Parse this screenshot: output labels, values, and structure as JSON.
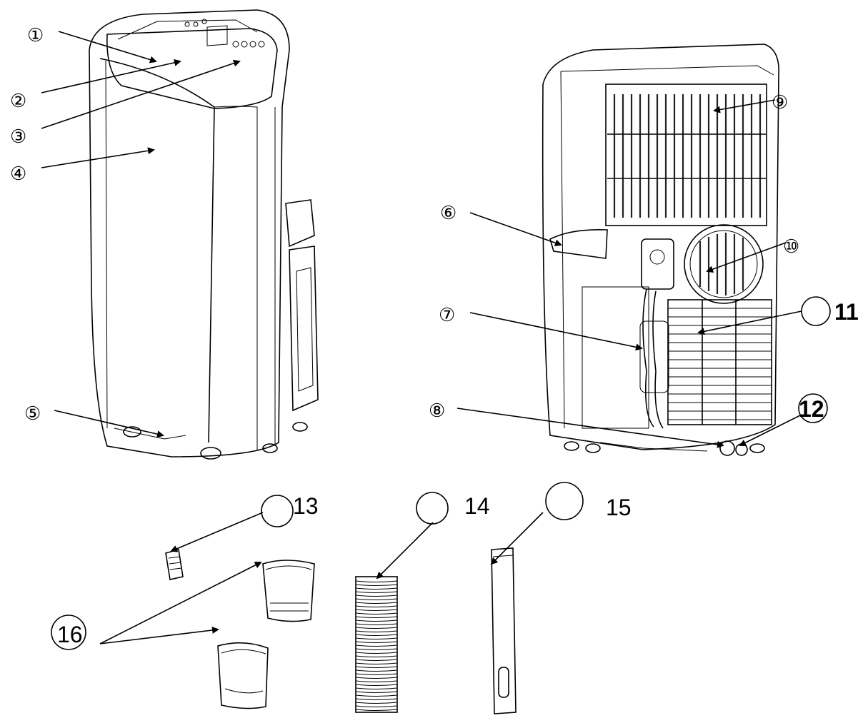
{
  "callouts": [
    {
      "id": "c1",
      "text": "①"
    },
    {
      "id": "c2",
      "text": "②"
    },
    {
      "id": "c3",
      "text": "③"
    },
    {
      "id": "c4",
      "text": "④"
    },
    {
      "id": "c5",
      "text": "⑤"
    },
    {
      "id": "c6",
      "text": "⑥"
    },
    {
      "id": "c7",
      "text": "⑦"
    },
    {
      "id": "c8",
      "text": "⑧"
    },
    {
      "id": "c9",
      "text": "⑨"
    },
    {
      "id": "c10",
      "text": "⑩"
    },
    {
      "id": "c11",
      "text": "11"
    },
    {
      "id": "c12",
      "text": "12"
    },
    {
      "id": "c13",
      "text": "13"
    },
    {
      "id": "c14",
      "text": "14"
    },
    {
      "id": "c15",
      "text": "15"
    },
    {
      "id": "c16",
      "text": "16"
    }
  ],
  "colors": {
    "line": "#000000",
    "background": "#ffffff"
  }
}
